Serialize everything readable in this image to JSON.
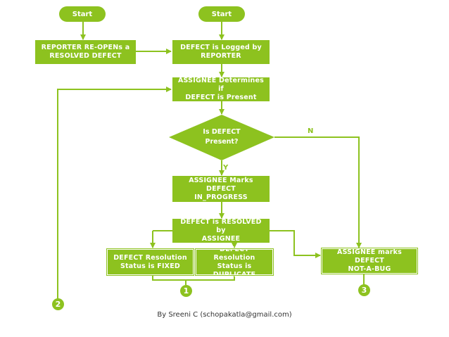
{
  "colors": {
    "accent": "#8dc21f",
    "text_on_accent": "#ffffff"
  },
  "nodes": {
    "start_left": "Start",
    "start_right": "Start",
    "reporter_reopens": "REPORTER RE-OPENs a\nRESOLVED DEFECT",
    "defect_logged": "DEFECT is Logged by\nREPORTER",
    "assignee_determines": "ASSIGNEE Determines if\nDEFECT is Present",
    "is_defect_present": "Is DEFECT\nPresent?",
    "marks_in_progress": "ASSIGNEE Marks DEFECT\nIN_PROGRESS",
    "resolved_by_assignee": "DEFECT is RESOLVED by\nASSIGNEE",
    "status_fixed": "DEFECT Resolution\nStatus is FIXED",
    "status_duplicate": "DEFECT Resolution\nStatus is DUPLICATE",
    "not_a_bug": "ASSIGNEE marks DEFECT\nNOT-A-BUG"
  },
  "edge_labels": {
    "yes": "Y",
    "no": "N"
  },
  "connectors": {
    "c1": "1",
    "c2": "2",
    "c3": "3"
  },
  "footer": "By Sreeni C (schopakatla@gmail.com)"
}
